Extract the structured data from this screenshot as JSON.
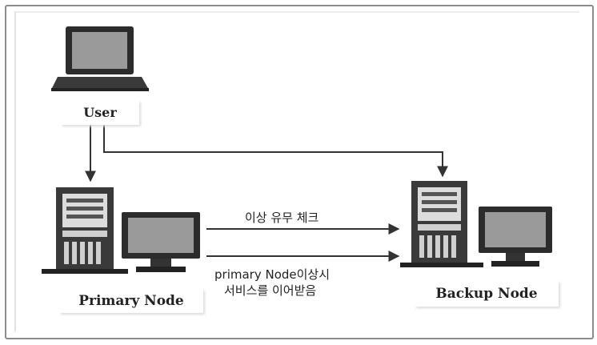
{
  "nodes": {
    "user": {
      "label": "User",
      "icon": "laptop-icon"
    },
    "primary": {
      "label": "Primary Node",
      "icon": "server-icon"
    },
    "backup": {
      "label": "Backup Node",
      "icon": "server-icon"
    }
  },
  "edges": {
    "health_check": {
      "label": "이상 유무 체크"
    },
    "failover": {
      "line1": "primary Node이상시",
      "line2": "서비스를 이어받음"
    }
  },
  "colors": {
    "stroke": "#333333",
    "screen": "#9a9a9a",
    "frame": "#8c8c8c"
  }
}
